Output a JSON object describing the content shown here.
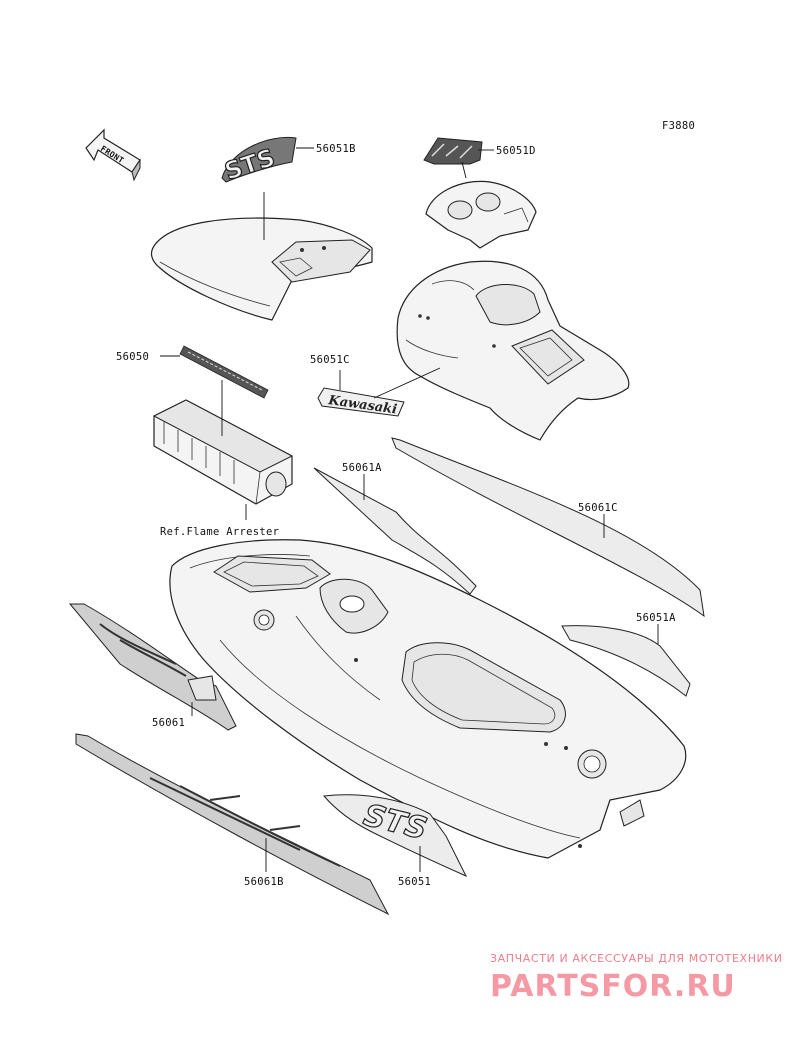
{
  "figure_code": "F3880",
  "part_labels": {
    "p56051B": "56051B",
    "p56051D": "56051D",
    "p56050": "56050",
    "p56051C": "56051C",
    "p56061A": "56061A",
    "p56061C": "56061C",
    "p56051A": "56051A",
    "p56061": "56061",
    "p56061B": "56061B",
    "p56051": "56051"
  },
  "reference_note": "Ref.Flame Arrester",
  "front_arrow": "FRONT",
  "decal_text": {
    "sts_large": "STS",
    "sts_small": "STS",
    "kawasaki": "Kawasaki"
  },
  "watermark": {
    "tagline": "ЗАПЧАСТИ И АКСЕССУАРЫ ДЛЯ МОТОТЕХНИКИ",
    "brand": "PARTSFOR.RU"
  }
}
